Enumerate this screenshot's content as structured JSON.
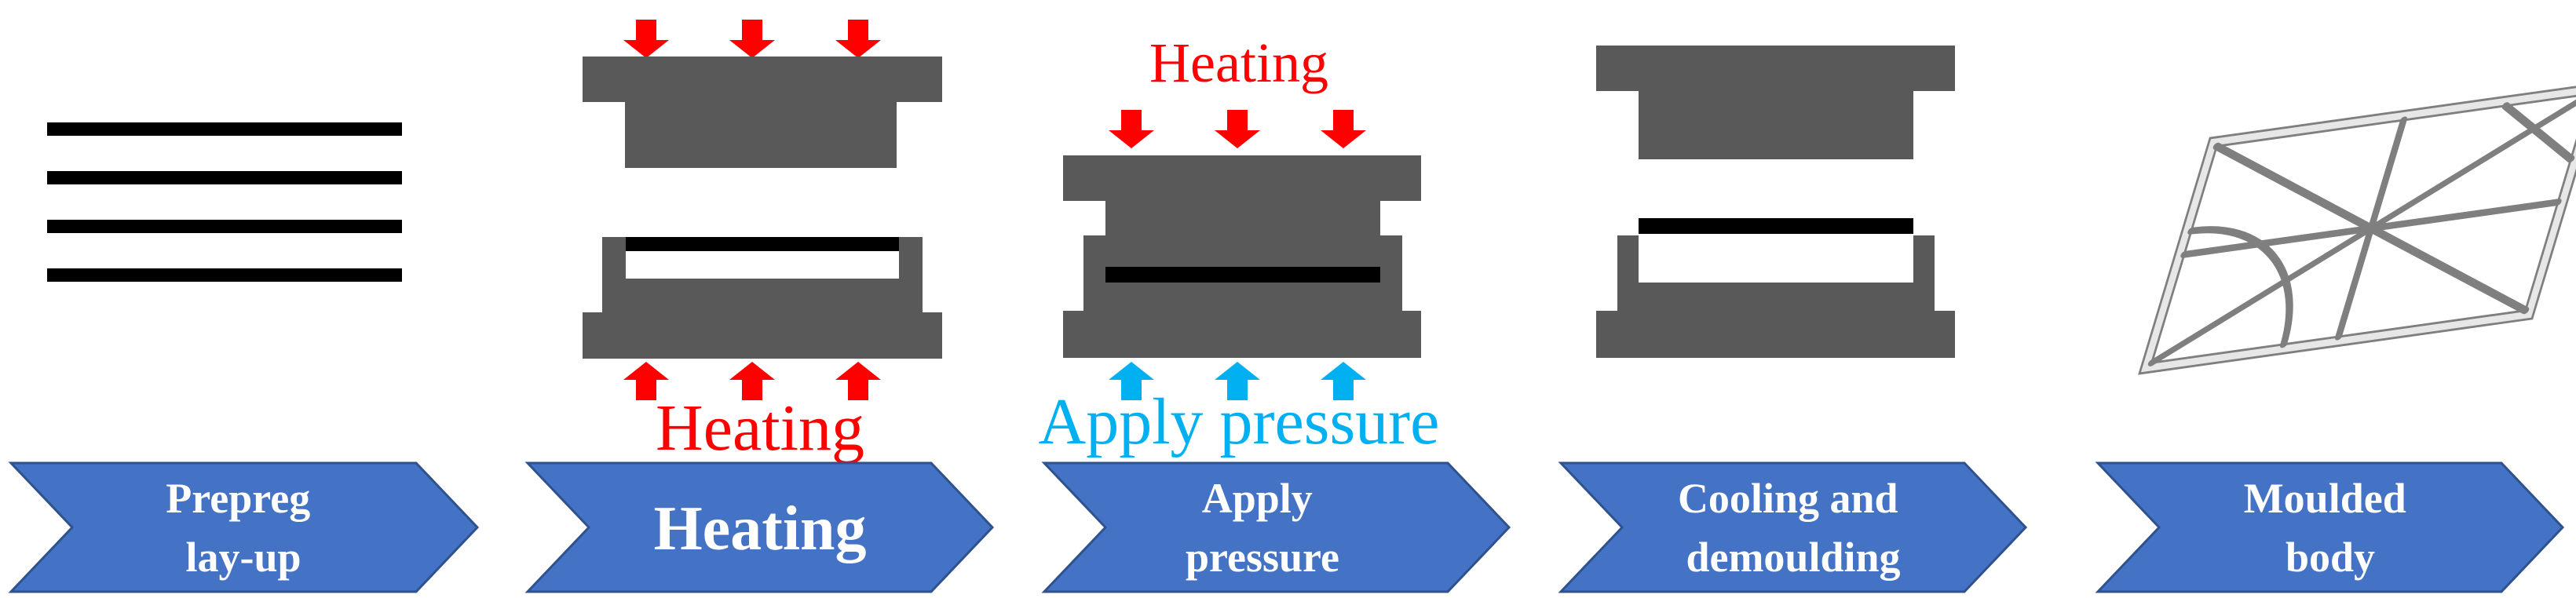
{
  "colors": {
    "mould": "#595959",
    "prepreg": "#000000",
    "heat_arrow": "#ff0000",
    "pressure_arrow": "#00b0f0",
    "chevron_fill": "#4472c4",
    "chevron_stroke": "#2f528f",
    "chevron_text": "#ffffff",
    "part_fill": "#e7e7e7",
    "part_stroke": "#7f7f7f"
  },
  "steps": [
    {
      "lines": [
        "Prepreg",
        "lay-up"
      ]
    },
    {
      "lines": [
        "Heating"
      ]
    },
    {
      "lines": [
        "Apply",
        "pressure"
      ]
    },
    {
      "lines": [
        "Cooling and",
        "demoulding"
      ]
    },
    {
      "lines": [
        "Moulded",
        "body"
      ]
    }
  ],
  "captions": {
    "heating_stage_bottom": "Heating",
    "pressure_stage_top": "Heating",
    "pressure_stage_bottom": "Apply pressure"
  },
  "icons": {
    "heat_arrows": "red-down-and-up-arrow-icon",
    "pressure_arrows": "blue-up-arrow-icon"
  }
}
